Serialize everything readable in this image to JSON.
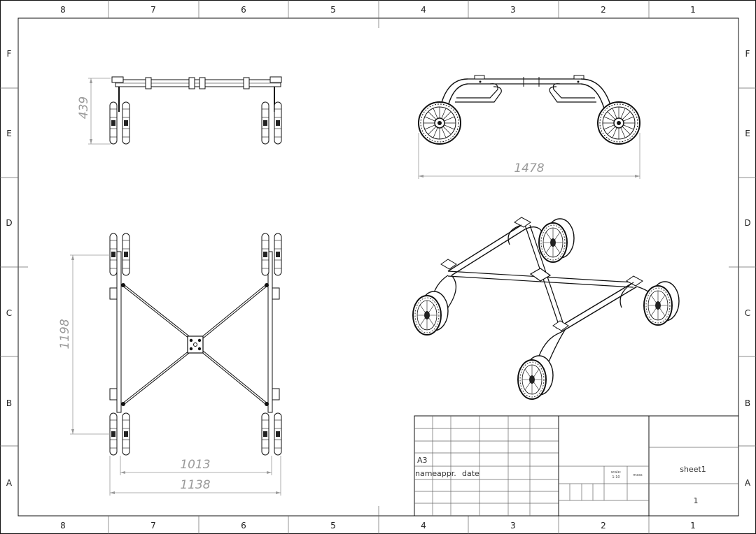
{
  "frame": {
    "columns": [
      "8",
      "7",
      "6",
      "5",
      "4",
      "3",
      "2",
      "1"
    ],
    "rows": [
      "F",
      "E",
      "D",
      "C",
      "B",
      "A"
    ]
  },
  "dimensions": {
    "height_top": "439",
    "width_front": "1478",
    "length_plan": "1198",
    "track_inner": "1013",
    "track_outer": "1138"
  },
  "title_block": {
    "format": "A3",
    "name_label": "name",
    "appr_label": "appr.",
    "date_label": "date",
    "scale_label": "scale:",
    "scale_value": "1:10",
    "mass_label": "mass",
    "sheet_name": "sheet1",
    "sheet_number": "1"
  }
}
